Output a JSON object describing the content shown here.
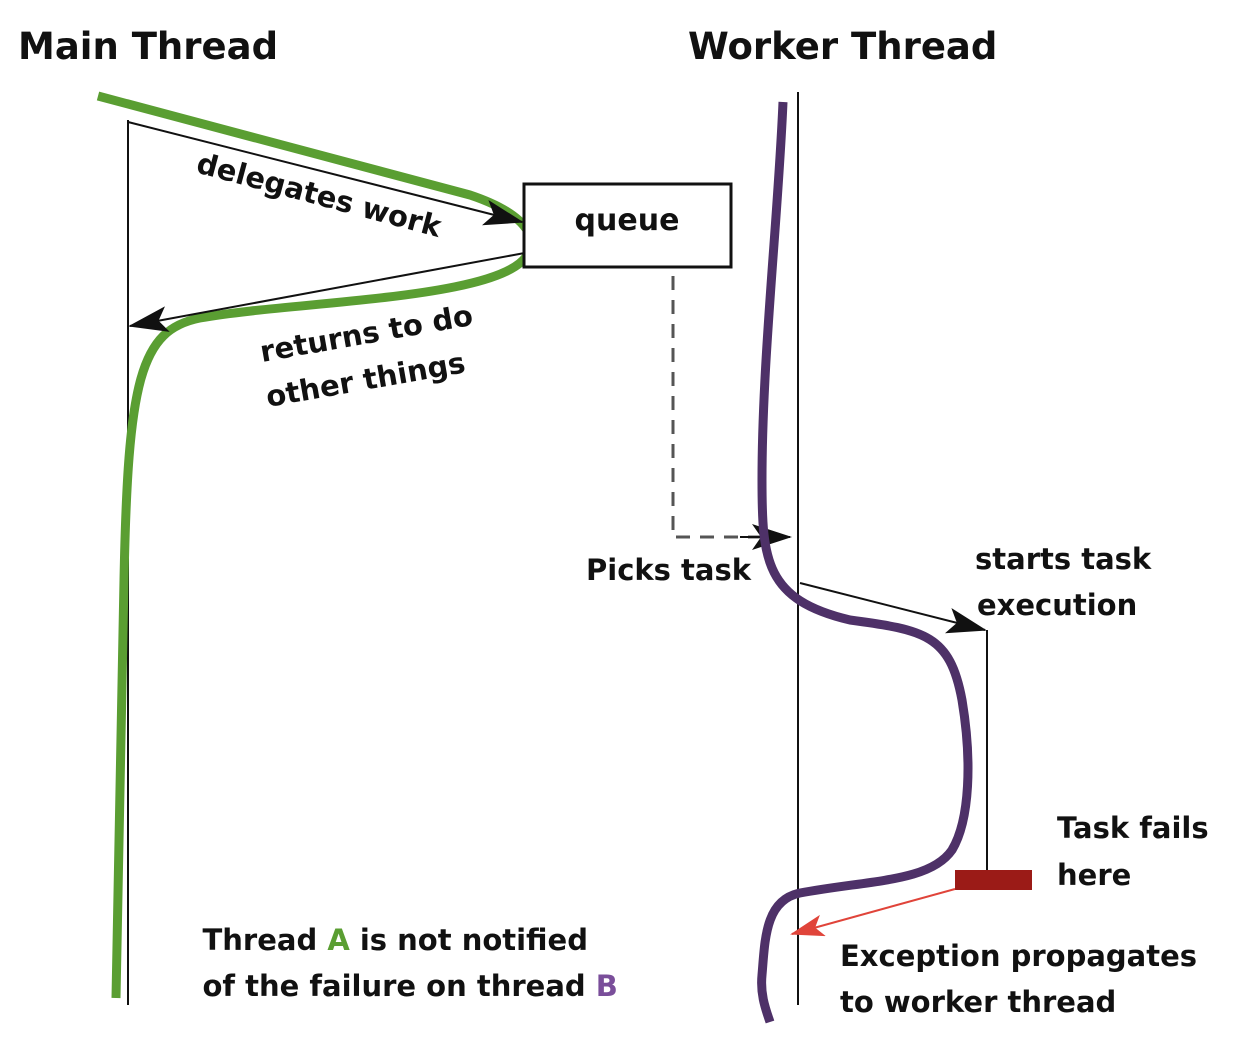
{
  "titles": {
    "main_thread": "Main Thread",
    "worker_thread": "Worker Thread"
  },
  "queue": {
    "label": "queue"
  },
  "labels": {
    "delegates_work": "delegates work",
    "returns_line1": "returns to do",
    "returns_line2": "other things",
    "picks_task": "Picks task",
    "starts_line1": "starts task",
    "starts_line2": "execution",
    "fails_line1": "Task fails",
    "fails_line2": "here",
    "exception_line1": "Exception propagates",
    "exception_line2": "to worker thread"
  },
  "note": {
    "line1_prefix": "Thread ",
    "line1_a": "A",
    "line1_suffix": " is not notified",
    "line2_prefix": "of the failure on thread ",
    "line2_b": "B"
  },
  "colors": {
    "main_thread_line": "#5a9e32",
    "worker_thread_line": "#4e3168",
    "failure_marker": "#9b1b17",
    "exception_arrow": "#e0443a",
    "thread_a_letter": "#5a9e32",
    "thread_b_letter": "#7a4e9a",
    "ink": "#111111"
  }
}
